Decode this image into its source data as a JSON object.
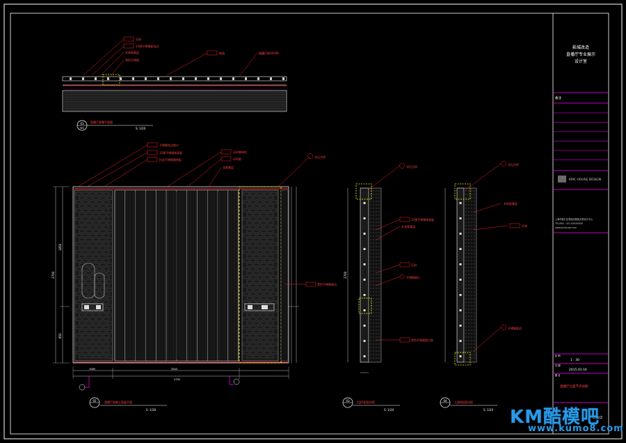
{
  "title_block": {
    "project_line1": "影城改造",
    "project_line2": "直播厅专业展示",
    "project_line3": "设计室",
    "remark_label": "备注",
    "company_name": "KMC HOUSE DESIGN",
    "company_addr1": "上海市徐汇区漕溪北路某大厦设计中心",
    "company_addr2": "TEL/FAX : 021-XXXXXXXX",
    "company_addr3": "www.kmhouse.com",
    "scale_label": "比 例",
    "scale_value": "1 : 30",
    "date_label": "日 期",
    "date_value": "2015.03.16",
    "drawing_name_label": "图 名",
    "drawing_name_value": "直播厅立面节点详图",
    "sheet_no": "E-3/2"
  },
  "views": {
    "plan_title": "直播厅屏幕平面图",
    "plan_scale": "S: 1/20",
    "plan_no": "01",
    "plan_sub": "SE2",
    "elev_title": "直播厅屏幕立面展开图",
    "elev_scale": "S: 1/30",
    "elev_no": "02",
    "sec1_title": "立面A剖面详图",
    "sec1_scale": "S: 1/20",
    "sec1_no": "03",
    "sec2_title": "立面B剖面详图",
    "sec2_scale": "S: 1/20",
    "sec2_no": "04"
  },
  "tags": {
    "plan_tag1": "石材",
    "plan_tag2": "15厚不锈钢板包边",
    "plan_tag3": "木饰面基层",
    "plan_tag4": "黑色不锈钢",
    "plan_tag5": "玻璃",
    "plan_tag6": "暗藏灯带3000K",
    "elev_tag1": "不锈钢包边收口",
    "elev_tag2": "15厚不锈钢饰面板",
    "elev_tag3": "拉丝不锈钢装饰板",
    "elev_tag4": "石材装饰柱",
    "elev_tag5": "LED屏",
    "elev_tag6": "龙骨基层",
    "elev_tag7": "详见大样",
    "elev_tag8": "黑色不锈钢收边",
    "sec_tag1": "详见大样",
    "sec_tag2": "15厚不锈钢饰面板",
    "sec_tag3": "木龙骨基层",
    "sec_tag4": "石材",
    "sec_tag5": "不锈钢收口",
    "sec_tag6": "黑色不锈钢收口条",
    "sec2_tag1": "详见大样",
    "sec2_tag2": "木饰面基层",
    "sec2_tag3": "灯带",
    "sec2_tag4": "不锈钢收边"
  },
  "dims": {
    "elev_total": "5700",
    "elev_side": "1080",
    "elev_mid": "3540",
    "height_total": "2700",
    "height_top": "1850",
    "height_bot": "850",
    "sec_height": "2700"
  },
  "watermark": {
    "logo": "KM酷模吧",
    "url": "www.kumo8.com"
  },
  "colors": {
    "background": "#000000",
    "frame": "#ffffff",
    "leader": "#ff2020",
    "dimension": "#ff00ff",
    "highlight": "#ffff00",
    "hatch": "#bbbbbb"
  }
}
